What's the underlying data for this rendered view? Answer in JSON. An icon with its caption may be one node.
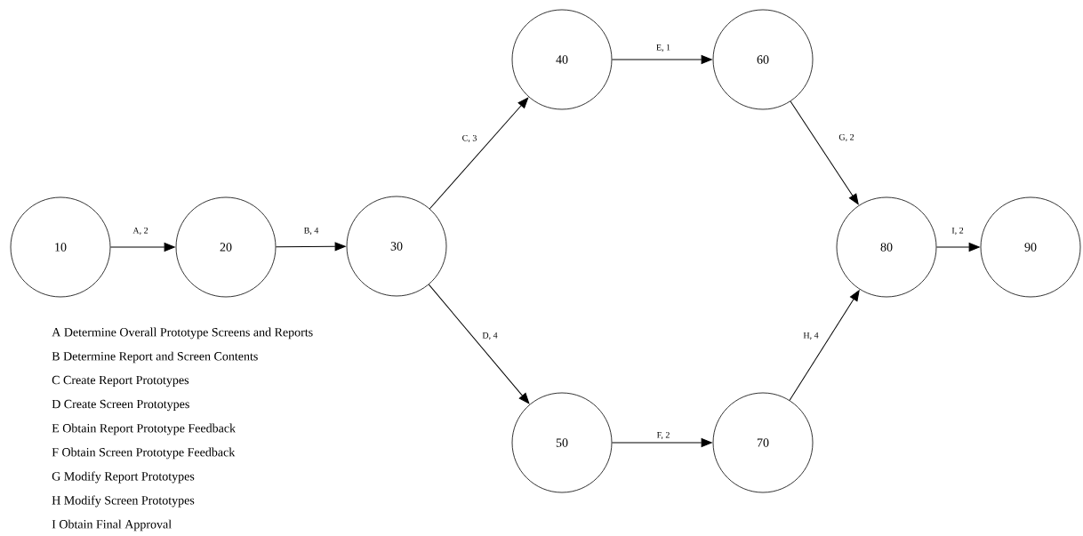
{
  "diagram": {
    "nodes": [
      {
        "text": [
          "10"
        ]
      },
      {
        "text": [
          "20"
        ]
      },
      {
        "text": [
          "30"
        ]
      },
      {
        "text": [
          "40"
        ]
      },
      {
        "text": [
          "60"
        ]
      },
      {
        "text": [
          "50"
        ]
      },
      {
        "text": [
          "70"
        ]
      },
      {
        "text": [
          "80"
        ]
      },
      {
        "text": [
          "90"
        ]
      }
    ],
    "edges": [
      {
        "from": 0,
        "to": 1,
        "arrow": "to",
        "label": "A, 2"
      },
      {
        "from": 1,
        "to": 2,
        "arrow": "to",
        "label": "B, 4"
      },
      {
        "from": 2,
        "to": 3,
        "arrow": "to",
        "label": "C, 3"
      },
      {
        "from": 2,
        "to": 5,
        "arrow": "to",
        "label": "D, 4"
      },
      {
        "from": 3,
        "to": 4,
        "arrow": "to",
        "label": "E, 1"
      },
      {
        "from": 5,
        "to": 6,
        "arrow": "to",
        "label": "F, 2"
      },
      {
        "from": 4,
        "to": 7,
        "arrow": "to",
        "label": "G, 2"
      },
      {
        "from": 6,
        "to": 7,
        "arrow": "to",
        "label": "H, 4"
      },
      {
        "from": 7,
        "to": 8,
        "arrow": "to",
        "label": "I, 2"
      }
    ],
    "labels": [
      "A Determine Overall Prototype Screens and Reports",
      "B Determine Report and Screen Contents",
      "C Create Report Prototypes",
      "D Create Screen Prototypes",
      "E Obtain Report Prototype Feedback",
      "F Obtain Screen Prototype Feedback",
      "G Modify Report Prototypes",
      "H Modify Screen Prototypes",
      "I  Obtain Final Approval"
    ]
  }
}
